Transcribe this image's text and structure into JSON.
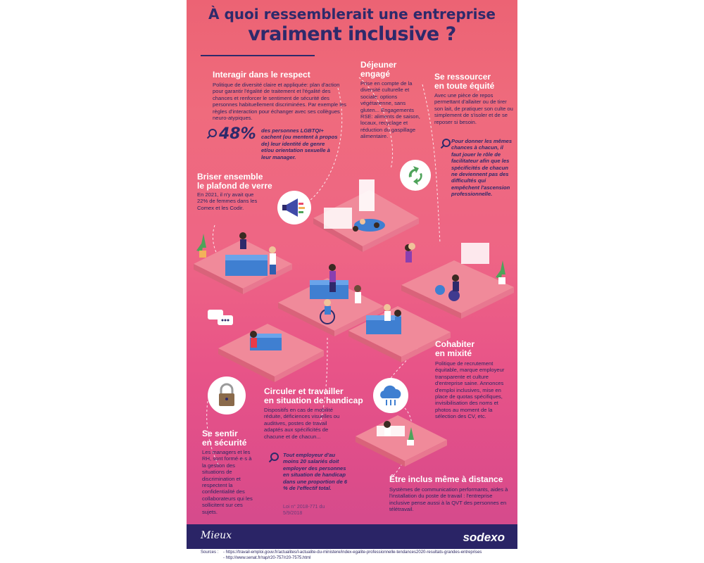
{
  "title": {
    "line1": "À quoi ressemblerait une entreprise",
    "line2": "vraiment inclusive ?"
  },
  "sections": {
    "respect": {
      "title": "Interagir dans le respect",
      "text": "Politique de diversité claire et appliquée: plan d'action pour garantir l'égalité de traitement et l'égalité des chances et renforcer le sentiment de sécurité des personnes habituellement discriminées. Par exemple les règles d'interaction pour échanger avec ses collègues neuro-atypiques.",
      "stat_value": "48%",
      "stat_text": "des personnes LGBTQI+ cachent (ou mentent à propos de) leur identité de genre et/ou orientation sexuelle à leur manager."
    },
    "dejeuner": {
      "title_l1": "Déjeuner",
      "title_l2": "engagé",
      "text": "Prise en compte de la diversité culturelle et sociale: options végétarienne, sans gluten... Engagements RSE: aliments de saison, locaux, recyclage et réduction du gaspillage alimentaire."
    },
    "ressourcer": {
      "title_l1": "Se ressourcer",
      "title_l2": "en toute équité",
      "text": "Avec une pièce de repos permettant d'allaiter ou de tirer son lait, de pratiquer son culte ou simplement de s'isoler et de se reposer si besoin.",
      "stat_pre": "Pour donner les mêmes chances à chacun, il faut jouer le",
      "stat_strong": "rôle de facilitateur",
      "stat_post": "afin que les spécificités de chacun ne deviennent pas des difficultés qui empêchent l'ascension professionnelle."
    },
    "plafond": {
      "title_l1": "Briser ensemble",
      "title_l2": "le plafond de verre",
      "text": "En 2021, il n'y avait que 22% de femmes dans les Comex et les Codir."
    },
    "mixite": {
      "title_l1": "Cohabiter",
      "title_l2": "en mixité",
      "text": "Politique de recrutement équitable, marque employeur transparente et culture d'entreprise saine. Annonces d'emploi inclusives, mise en place de quotas spécifiques, invisibilisation des noms et photos au moment de la sélection des CV, etc."
    },
    "handicap": {
      "title_l1": "Circuler et travailler",
      "title_l2": "en situation de handicap",
      "text": "Dispositifs en cas de mobilité réduite, déficiences visuelles ou auditives, postes de travail adaptés aux spécificités de chacune et de chacun...",
      "stat_pre": "Tout employeur d'au moins 20 salariés doit employer des personnes en situation de handicap dans une proportion de",
      "stat_strong": "6 % de l'effectif total.",
      "ref": "Loi n° 2018-771 du 5/9/2018"
    },
    "securite": {
      "title_l1": "Se sentir",
      "title_l2": "en sécurité",
      "text": "Les managers et les RH, sont formé·e·s à la gestion des situations de discrimination et respectent la confidentialité des collaborateurs qui les sollicitent sur ces sujets."
    },
    "distance": {
      "title": "Être inclus même à distance",
      "text": "Systèmes de communication performants, aides à l'installation du poste de travail : l'entreprise inclusive pense aussi à la QVT des personnes en télétravail."
    }
  },
  "footer": {
    "left_logo": "Mieux",
    "right_logo": "sodexo",
    "sources_label": "Sources :",
    "source1": "- https://travail-emploi.gouv.fr/actualites/l-actualite-du-ministere/index-egalite-professionnelle-tendances2020-resultats-grandes-entreprises",
    "source2": "- http://www.senat.fr/rap/r20-757/r20-7575.html"
  },
  "icons": {
    "magnifier": "magnifier-icon",
    "megaphone": "megaphone-icon",
    "recycle": "recycle-icon",
    "padlock": "padlock-icon",
    "cloud": "cloud-icon",
    "chat": "chat-bubbles-icon"
  },
  "colors": {
    "navy": "#2e2a6b",
    "coral": "#ec6374",
    "pink": "#cf4a8e",
    "white": "#ffffff"
  }
}
